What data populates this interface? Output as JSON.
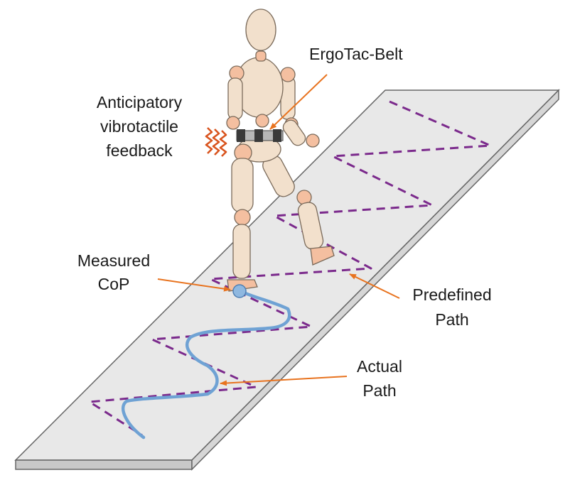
{
  "labels": {
    "belt": "ErgoTac-Belt",
    "feedback_line1": "Anticipatory",
    "feedback_line2": "vibrotactile",
    "feedback_line3": "feedback",
    "cop_line1": "Measured",
    "cop_line2": "CoP",
    "predefined_line1": "Predefined",
    "predefined_line2": "Path",
    "actual_line1": "Actual",
    "actual_line2": "Path"
  },
  "colors": {
    "arrow": "#e8731f",
    "predefined_path": "#7b2a8c",
    "actual_path": "#6fa2d4",
    "platform_top": "#e8e8e8",
    "platform_side": "#c8c8c8",
    "mannequin": "#f2e0cc",
    "joint": "#f4bfa0",
    "belt": "#3a3a3a",
    "vibration": "#d9541e"
  }
}
